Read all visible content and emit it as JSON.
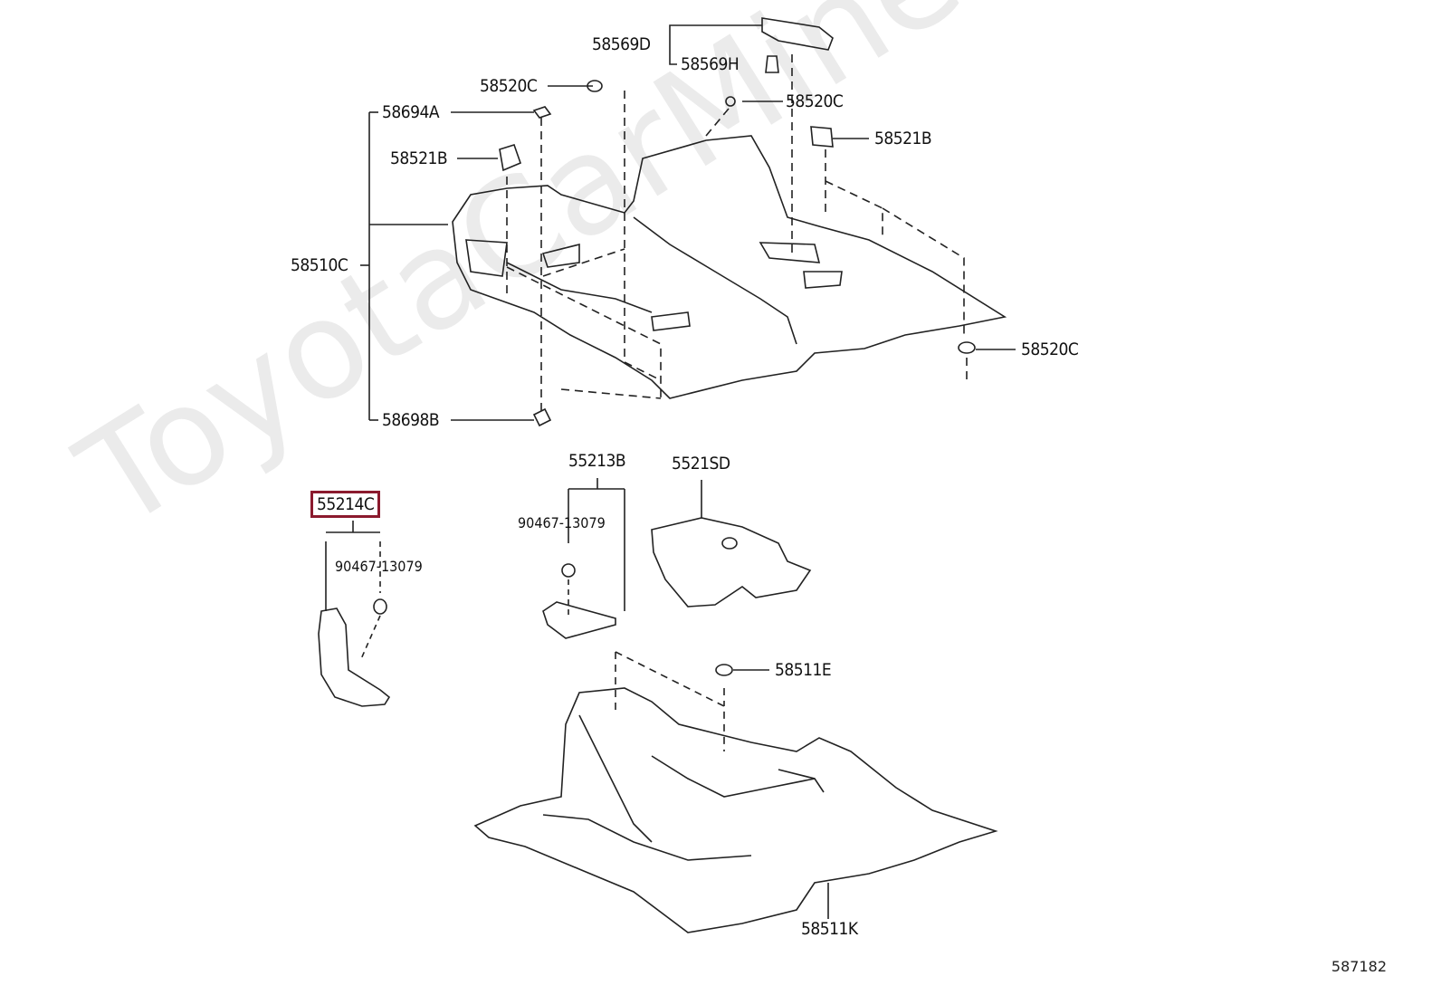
{
  "watermark": "ToyotaCarMine.ru",
  "figure_number": "587182",
  "labels": {
    "l58569D": "58569D",
    "l58569H": "58569H",
    "l58520C_a": "58520C",
    "l58520C_b": "58520C",
    "l58694A": "58694A",
    "l58521B_a": "58521B",
    "l58521B_b": "58521B",
    "l58510C": "58510C",
    "l58520C_c": "58520C",
    "l58698B": "58698B",
    "l55213B": "55213B",
    "l55215D": "5521SD",
    "l90467_a": "90467-13079",
    "l55214C": "55214C",
    "l90467_b": "90467-13079",
    "l58511E": "58511E",
    "l58511K": "58511K"
  },
  "highlight_color": "#8b1a2e"
}
